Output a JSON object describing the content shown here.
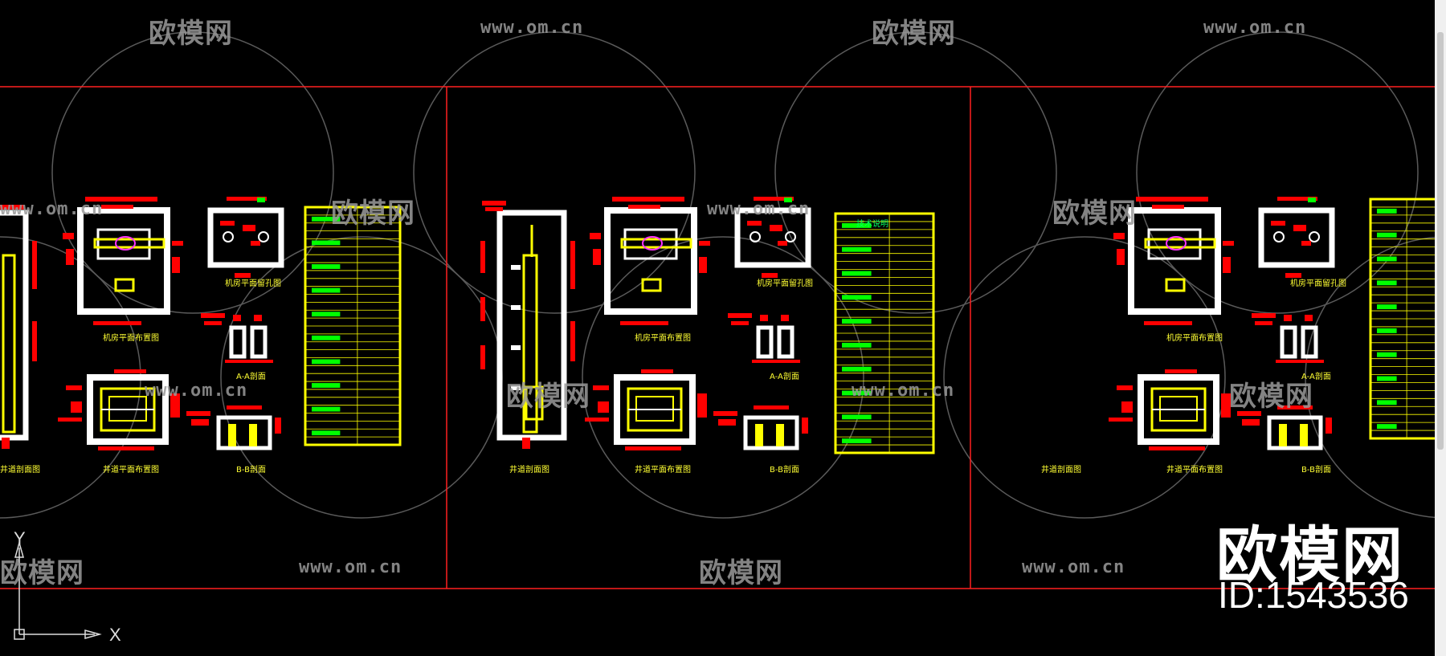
{
  "watermarks": {
    "logo_text": "欧模网",
    "url_text": "www.om.cn"
  },
  "corner_mark": {
    "brand": "欧模网",
    "id_text": "ID:1543536"
  },
  "ucs": {
    "y_label": "Y",
    "x_label": "X"
  },
  "sheets": [
    {
      "captions": {
        "machine_plan": "机房平面布置图",
        "machine_hole": "机房平面留孔图",
        "a_section": "A-A剖面",
        "shaft_section": "井道剖面图",
        "shaft_plan": "井道平面布置图",
        "b_section": "B-B剖面"
      }
    },
    {
      "captions": {
        "machine_plan": "机房平面布置图",
        "machine_hole": "机房平面留孔图",
        "a_section": "A-A剖面",
        "shaft_section": "井道剖面图",
        "shaft_plan": "井道平面布置图",
        "b_section": "B-B剖面",
        "table_title": "技术说明"
      }
    },
    {
      "captions": {
        "machine_plan": "机房平面布置图",
        "machine_hole": "机房平面留孔图",
        "a_section": "A-A剖面",
        "shaft_section": "井道剖面图",
        "shaft_plan": "井道平面布置图",
        "b_section": "B-B剖面"
      }
    }
  ],
  "colors": {
    "background": "#000000",
    "frame": "#ff2020",
    "wall": "#ffffff",
    "rail": "#ffff00",
    "dim": "#ff0000",
    "table_fill": "#00ff00",
    "watermark": "#9a9a9a"
  }
}
